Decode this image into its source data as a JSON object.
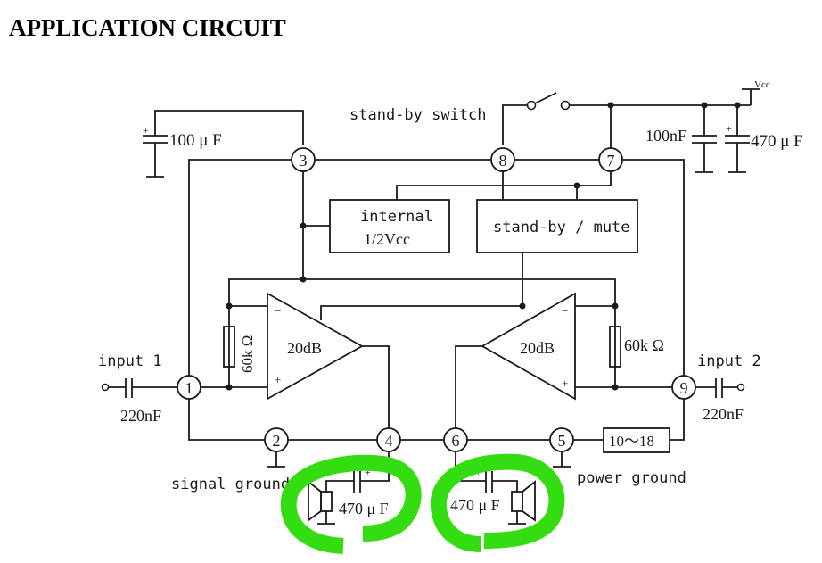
{
  "title": "APPLICATION CIRCUIT",
  "pins": [
    "1",
    "2",
    "3",
    "4",
    "5",
    "6",
    "7",
    "8",
    "9"
  ],
  "labels": {
    "standby_switch": "stand-by switch",
    "vcc": "Vcc",
    "internal_line1": "internal",
    "internal_line2": "1/2Vcc",
    "standby_mute": "stand-by / mute",
    "input1": "input 1",
    "input2": "input 2",
    "signal_ground": "signal ground",
    "power_ground": "power ground"
  },
  "components": {
    "cap_pin3": "100 μ F",
    "cap_vcc_small": "100nF",
    "cap_vcc_large": "470 μ F",
    "cap_input1": "220nF",
    "cap_input2": "220nF",
    "res_left": "60k Ω",
    "res_right": "60k Ω",
    "amp_left_gain": "20dB",
    "amp_right_gain": "20dB",
    "cap_out_left": "470 μ F",
    "cap_out_right": "470 μ F",
    "res_pin5": "10～18",
    "minus": "−",
    "plus": "+"
  },
  "highlight_color": "#33dd11"
}
